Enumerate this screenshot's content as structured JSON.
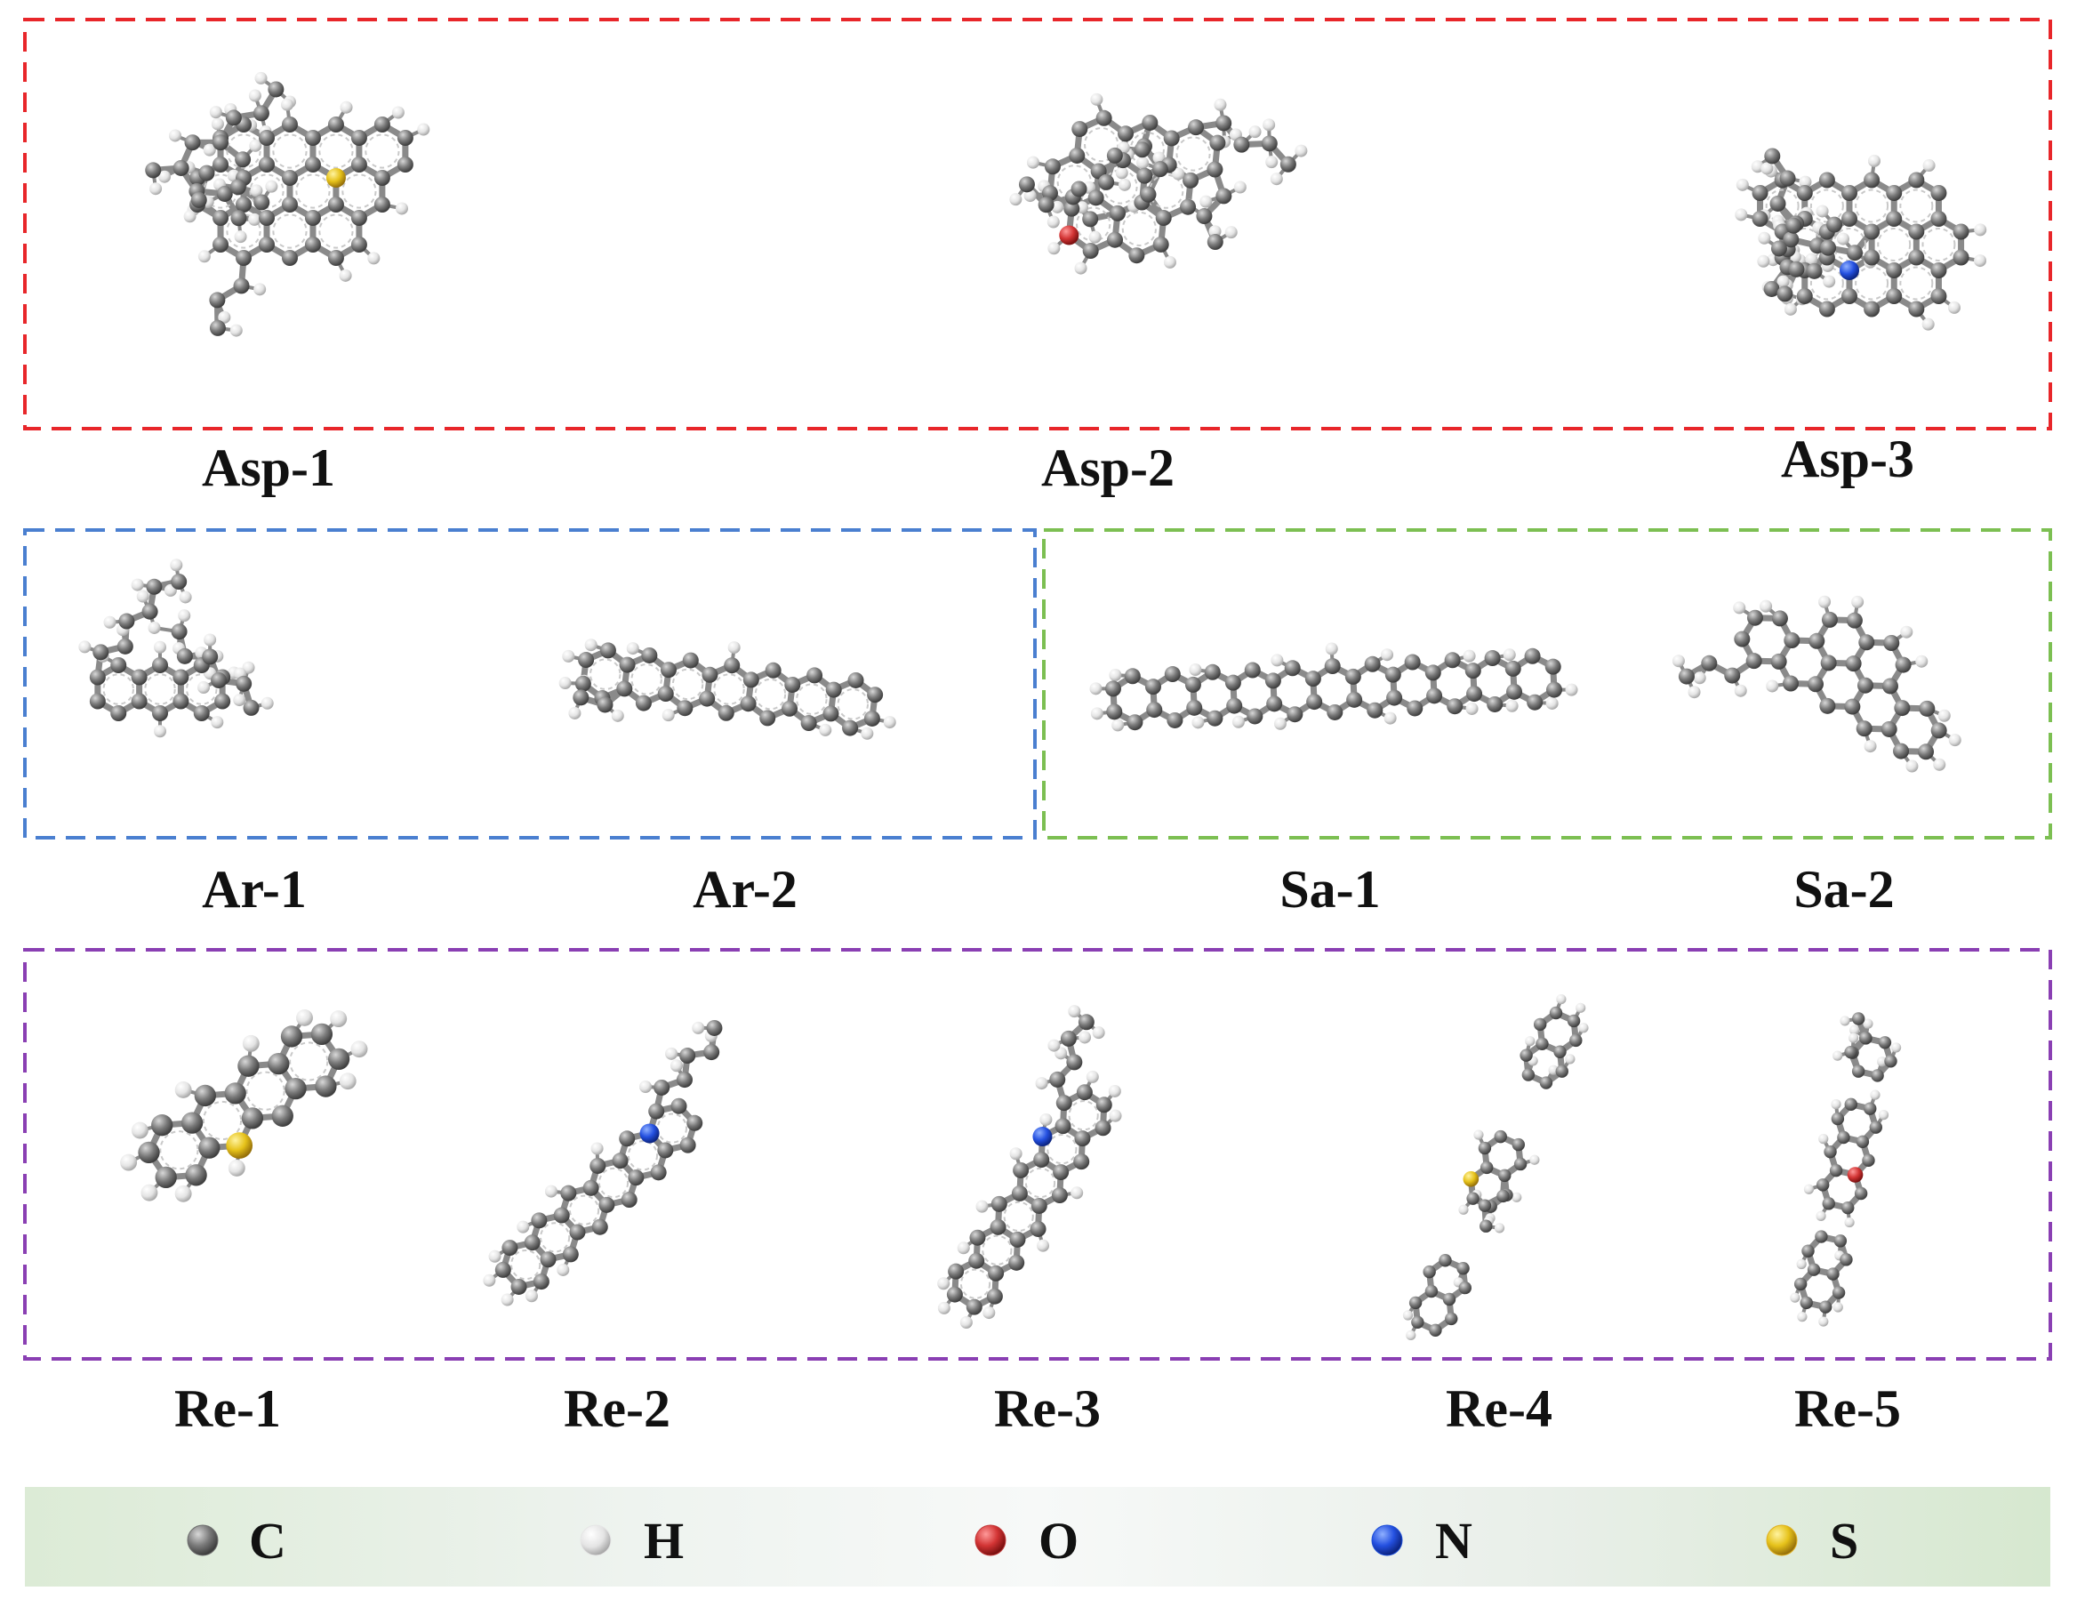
{
  "groups": [
    {
      "id": "asp",
      "color": "#e8262a",
      "labels": [
        "Asp-1",
        "Asp-2",
        "Asp-3"
      ]
    },
    {
      "id": "ar",
      "color": "#4a7fd0",
      "labels": [
        "Ar-1",
        "Ar-2"
      ]
    },
    {
      "id": "sa",
      "color": "#7cbf52",
      "labels": [
        "Sa-1",
        "Sa-2"
      ]
    },
    {
      "id": "re",
      "color": "#8a3fb3",
      "labels": [
        "Re-1",
        "Re-2",
        "Re-3",
        "Re-4",
        "Re-5"
      ]
    }
  ],
  "legend": [
    {
      "symbol": "C",
      "color": "#6f6f6f"
    },
    {
      "symbol": "H",
      "color": "#e6e6e6"
    },
    {
      "symbol": "O",
      "color": "#c23a3a"
    },
    {
      "symbol": "N",
      "color": "#1e4fd8"
    },
    {
      "symbol": "S",
      "color": "#e0b020"
    }
  ],
  "molecules": [
    {
      "name": "asp-1",
      "group": "asp",
      "type": "pah",
      "hetero": "S"
    },
    {
      "name": "asp-2",
      "group": "asp",
      "type": "pah",
      "hetero": "O"
    },
    {
      "name": "asp-3",
      "group": "asp",
      "type": "pah",
      "hetero": "N"
    },
    {
      "name": "ar-1",
      "group": "ar",
      "type": "aromatic",
      "hetero": ""
    },
    {
      "name": "ar-2",
      "group": "ar",
      "type": "aromatic",
      "hetero": ""
    },
    {
      "name": "sa-1",
      "group": "sa",
      "type": "chain",
      "hetero": ""
    },
    {
      "name": "sa-2",
      "group": "sa",
      "type": "cyclic",
      "hetero": ""
    },
    {
      "name": "re-1",
      "group": "re",
      "type": "thiophene",
      "hetero": "S"
    },
    {
      "name": "re-2",
      "group": "re",
      "type": "resin",
      "hetero": "N"
    },
    {
      "name": "re-3",
      "group": "re",
      "type": "resin",
      "hetero": "N"
    },
    {
      "name": "re-4",
      "group": "re",
      "type": "resin",
      "hetero": "S"
    },
    {
      "name": "re-5",
      "group": "re",
      "type": "resin",
      "hetero": "O"
    }
  ]
}
